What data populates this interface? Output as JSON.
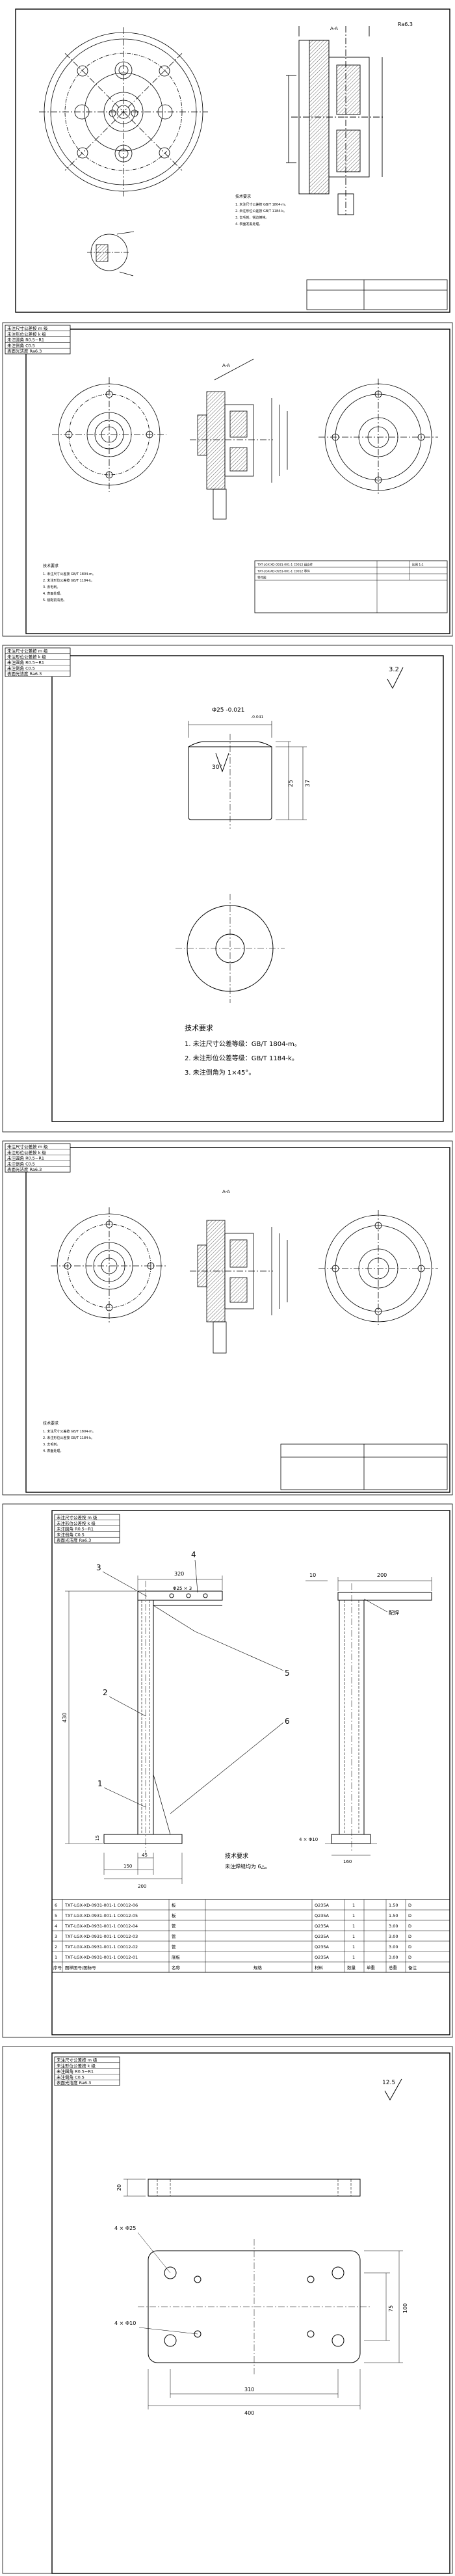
{
  "stamp_rows": [
    "未注尺寸公差按 m 级",
    "未注形位公差按 k 级",
    "未注圆角 R0.5~R1",
    "未注倒角 C0.5",
    "表面光洁度 Ra6.3"
  ],
  "sheet1": {
    "roughness": "Ra6.3",
    "section": "A-A",
    "notes_title": "技术要求",
    "notes": [
      "1. 未注尺寸公差按 GB/T 1804-m。",
      "2. 未注形位公差按 GB/T 1184-k。",
      "3. 去毛刺，锐边倒钝。",
      "4. 表面发黑处理。"
    ]
  },
  "sheet2": {
    "section": "A-A",
    "notes_title": "技术要求",
    "notes": [
      "1. 未注尺寸公差按 GB/T 1804-m。",
      "2. 未注形位公差按 GB/T 1184-k。",
      "3. 去毛刺。",
      "4. 表面处理。",
      "5. 装配前清洗。"
    ],
    "title_rows": [
      "TXT-LGX-XD-0931-001-1 C0012 组合件",
      "TXT-LGX-XD-0931-001-1 C0012 零件",
      "零件图",
      "比例 1:1"
    ]
  },
  "sheet3": {
    "roughness": "3.2",
    "dia_top": "Φ25 -0.021",
    "dia_top2": "-0.041",
    "dim_side": "37",
    "dim_height": "25",
    "chamfer": "30°",
    "notes_title": "技术要求",
    "notes": [
      "1. 未注尺寸公差等级：GB/T 1804-m。",
      "2. 未注形位公差等级：GB/T 1184-k。",
      "3. 未注倒角为 1×45°。"
    ]
  },
  "sheet4": {
    "section": "A-A",
    "notes_title": "技术要求",
    "notes": [
      "1. 未注尺寸公差按 GB/T 1804-m。",
      "2. 未注形位公差按 GB/T 1184-k。",
      "3. 去毛刺。",
      "4. 表面处理。"
    ]
  },
  "sheet5": {
    "dims": {
      "top": "320",
      "side_top": "200",
      "holes": "Φ25 × 3",
      "height": "430",
      "left_h": "15",
      "base1": "45",
      "base2": "150",
      "base3": "200",
      "side_b1": "10",
      "side_b2": "160",
      "hole_note": "4 × Φ10",
      "label": "配焊"
    },
    "balloons": [
      "1",
      "2",
      "3",
      "4",
      "5",
      "6"
    ],
    "notes_title": "技术要求",
    "notes": [
      "未注焊缝均为 6△。"
    ],
    "bom_header": [
      "序号",
      "图样图号/图标号",
      "名称",
      "规格",
      "材料",
      "数量",
      "单重",
      "总重",
      "备注"
    ],
    "bom_rows": [
      [
        "6",
        "TXT-LGX-XD-0931-001-1 C0012-06",
        "板",
        "",
        "Q235A",
        "1",
        "",
        "1.50",
        "D"
      ],
      [
        "5",
        "TXT-LGX-XD-0931-001-1 C0012-05",
        "板",
        "",
        "Q235A",
        "1",
        "",
        "1.50",
        "D"
      ],
      [
        "4",
        "TXT-LGX-XD-0931-001-1 C0012-04",
        "管",
        "",
        "Q235A",
        "1",
        "",
        "3.00",
        "D"
      ],
      [
        "3",
        "TXT-LGX-XD-0931-001-1 C0012-03",
        "管",
        "",
        "Q235A",
        "1",
        "",
        "3.00",
        "D"
      ],
      [
        "2",
        "TXT-LGX-XD-0931-001-1 C0012-02",
        "管",
        "",
        "Q235A",
        "1",
        "",
        "3.00",
        "D"
      ],
      [
        "1",
        "TXT-LGX-XD-0931-001-1 C0012-01",
        "底板",
        "",
        "Q235A",
        "1",
        "",
        "3.00",
        "D"
      ]
    ]
  },
  "sheet6": {
    "roughness": "12.5",
    "dims": {
      "thick": "20",
      "holes_small": "4 × Φ10",
      "holes_big": "4 × Φ25",
      "h_inner": "75",
      "h_outer": "100",
      "w_inner": "310",
      "w_outer": "400"
    }
  }
}
